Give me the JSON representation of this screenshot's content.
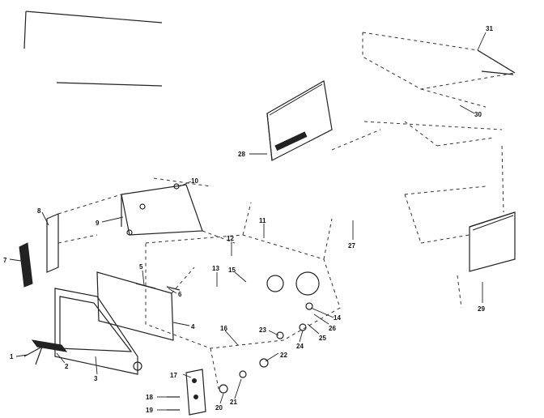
{
  "diagram": {
    "type": "exploded-parts-view",
    "part_numbers": [
      "1",
      "2",
      "3",
      "4",
      "5",
      "6",
      "7",
      "8",
      "9",
      "10",
      "11",
      "12",
      "13",
      "14",
      "15",
      "16",
      "17",
      "18",
      "19",
      "20",
      "21",
      "22",
      "23",
      "24",
      "25",
      "26",
      "27",
      "28",
      "29",
      "30",
      "31"
    ]
  }
}
